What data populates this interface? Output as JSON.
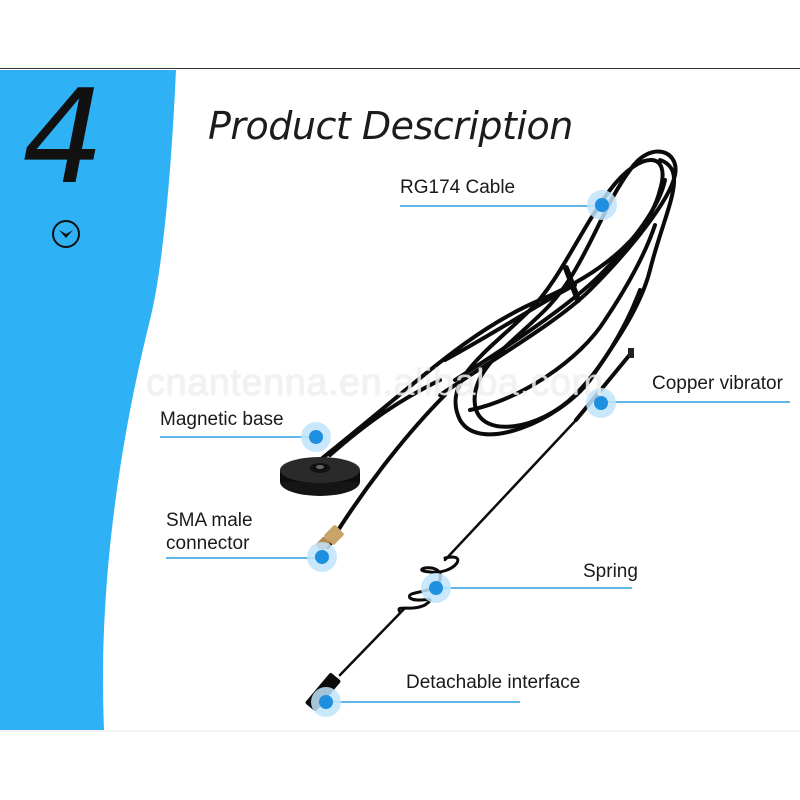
{
  "step": {
    "number": "4"
  },
  "heading": "Product Description",
  "watermark": "cnantenna.en.alibaba.com",
  "callouts": {
    "cable": "RG174 Cable",
    "copper": "Copper vibrator",
    "magnetic": "Magnetic base",
    "sma_line1": "SMA male",
    "sma_line2": "connector",
    "spring": "Spring",
    "detachable": "Detachable interface"
  },
  "colors": {
    "accent_blue": "#2fb2f5",
    "callout_line": "#2a9fe2",
    "dot_fill": "#1f8fe0",
    "dot_halo": "#bfe4fb",
    "cable": "#0b0b0b"
  },
  "icons": {
    "step_marker": "chevron-down-circle-icon"
  }
}
